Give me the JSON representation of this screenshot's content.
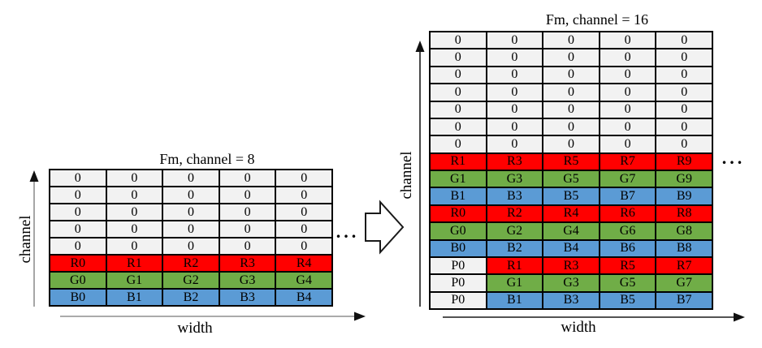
{
  "left_diagram": {
    "title": "Fm, channel = 8",
    "y_axis_label": "channel",
    "x_axis_label": "width",
    "ellipsis": "...",
    "rows": [
      {
        "color": "zero",
        "cells": [
          "0",
          "0",
          "0",
          "0",
          "0"
        ]
      },
      {
        "color": "zero",
        "cells": [
          "0",
          "0",
          "0",
          "0",
          "0"
        ]
      },
      {
        "color": "zero",
        "cells": [
          "0",
          "0",
          "0",
          "0",
          "0"
        ]
      },
      {
        "color": "zero",
        "cells": [
          "0",
          "0",
          "0",
          "0",
          "0"
        ]
      },
      {
        "color": "zero",
        "cells": [
          "0",
          "0",
          "0",
          "0",
          "0"
        ]
      },
      {
        "color": "red",
        "cells": [
          "R0",
          "R1",
          "R2",
          "R3",
          "R4"
        ]
      },
      {
        "color": "green",
        "cells": [
          "G0",
          "G1",
          "G2",
          "G3",
          "G4"
        ]
      },
      {
        "color": "blue",
        "cells": [
          "B0",
          "B1",
          "B2",
          "B3",
          "B4"
        ]
      }
    ]
  },
  "right_diagram": {
    "title": "Fm, channel = 16",
    "y_axis_label": "channel",
    "x_axis_label": "width",
    "ellipsis": "...",
    "rows": [
      {
        "color": "zero",
        "cells": [
          "0",
          "0",
          "0",
          "0",
          "0"
        ]
      },
      {
        "color": "zero",
        "cells": [
          "0",
          "0",
          "0",
          "0",
          "0"
        ]
      },
      {
        "color": "zero",
        "cells": [
          "0",
          "0",
          "0",
          "0",
          "0"
        ]
      },
      {
        "color": "zero",
        "cells": [
          "0",
          "0",
          "0",
          "0",
          "0"
        ]
      },
      {
        "color": "zero",
        "cells": [
          "0",
          "0",
          "0",
          "0",
          "0"
        ]
      },
      {
        "color": "zero",
        "cells": [
          "0",
          "0",
          "0",
          "0",
          "0"
        ]
      },
      {
        "color": "zero",
        "cells": [
          "0",
          "0",
          "0",
          "0",
          "0"
        ]
      },
      {
        "color": "red",
        "cells": [
          "R1",
          "R3",
          "R5",
          "R7",
          "R9"
        ]
      },
      {
        "color": "green",
        "cells": [
          "G1",
          "G3",
          "G5",
          "G7",
          "G9"
        ]
      },
      {
        "color": "blue",
        "cells": [
          "B1",
          "B3",
          "B5",
          "B7",
          "B9"
        ]
      },
      {
        "color": "red",
        "cells": [
          "R0",
          "R2",
          "R4",
          "R6",
          "R8"
        ]
      },
      {
        "color": "green",
        "cells": [
          "G0",
          "G2",
          "G4",
          "G6",
          "G8"
        ]
      },
      {
        "color": "blue",
        "cells": [
          "B0",
          "B2",
          "B4",
          "B6",
          "B8"
        ]
      },
      {
        "colors": [
          "pad",
          "red",
          "red",
          "red",
          "red"
        ],
        "cells": [
          "P0",
          "R1",
          "R3",
          "R5",
          "R7"
        ]
      },
      {
        "colors": [
          "pad",
          "green",
          "green",
          "green",
          "green"
        ],
        "cells": [
          "P0",
          "G1",
          "G3",
          "G5",
          "G7"
        ]
      },
      {
        "colors": [
          "pad",
          "blue",
          "blue",
          "blue",
          "blue"
        ],
        "cells": [
          "P0",
          "B1",
          "B3",
          "B5",
          "B7"
        ]
      }
    ]
  },
  "colors": {
    "red": "#FF0000",
    "green": "#70AD47",
    "blue": "#5B9BD5",
    "zero": "#F2F2F2",
    "pad": "#F2F2F2"
  }
}
